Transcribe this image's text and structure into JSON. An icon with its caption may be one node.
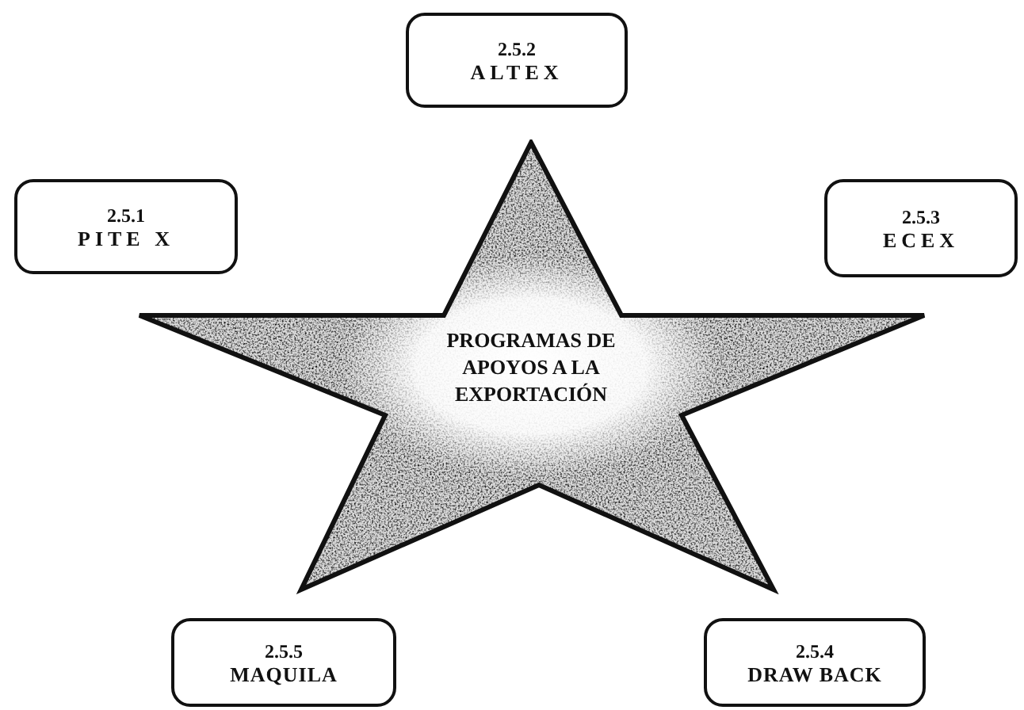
{
  "diagram": {
    "nodes": [
      {
        "text": [
          "2.5.2",
          "ALTEX"
        ]
      },
      {
        "text": [
          "2.5.1",
          "PITE X"
        ]
      },
      {
        "text": [
          "2.5.3",
          "ECEX"
        ]
      },
      {
        "text": [
          "PROGRAMAS DE APOYOS A LA EXPORTACIÓN"
        ]
      },
      {
        "text": [
          "2.5.5",
          "MAQUILA"
        ]
      },
      {
        "text": [
          "2.5.4",
          "DRAW BACK"
        ]
      }
    ]
  }
}
